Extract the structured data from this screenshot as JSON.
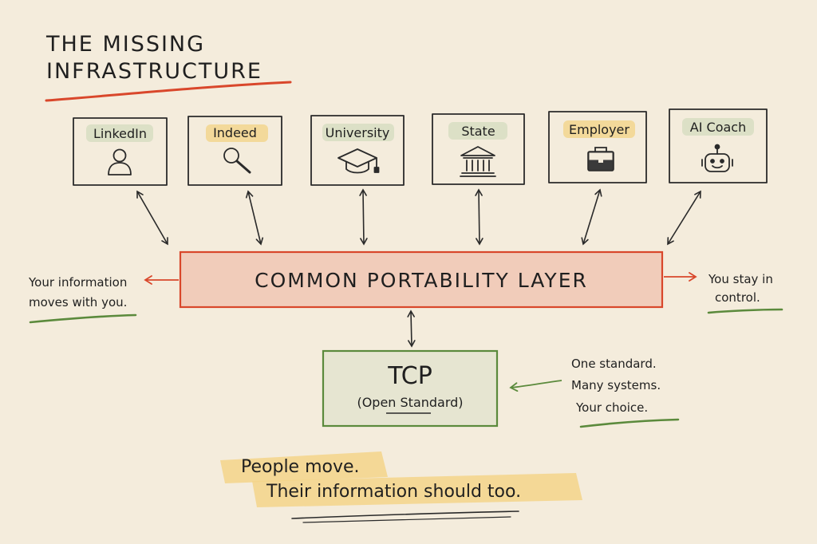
{
  "title": {
    "line1": "THE MISSING",
    "line2": "INFRASTRUCTURE"
  },
  "systems": [
    {
      "label": "LinkedIn",
      "icon": "person-icon"
    },
    {
      "label": "Indeed",
      "icon": "magnifier-icon"
    },
    {
      "label": "University",
      "icon": "graduation-cap-icon"
    },
    {
      "label": "State",
      "icon": "government-building-icon"
    },
    {
      "label": "Employer",
      "icon": "briefcase-icon"
    },
    {
      "label": "AI Coach",
      "icon": "robot-icon"
    }
  ],
  "layer": {
    "label": "COMMON PORTABILITY LAYER"
  },
  "left_note": {
    "line1": "Your information",
    "line2": "moves with you."
  },
  "right_note": {
    "line1": "You stay in",
    "line2": "control."
  },
  "tcp": {
    "title": "TCP",
    "subtitle": "(Open Standard)"
  },
  "standard_note": {
    "line1": "One standard.",
    "line2": "Many systems.",
    "line3": "Your choice."
  },
  "tagline": {
    "line1": "People move.",
    "line2": "Their information should too."
  },
  "colors": {
    "background": "#f4ecdc",
    "red_accent": "#d9472b",
    "layer_fill": "#f1c9b6",
    "green_accent": "#5b8a3c",
    "tcp_fill": "#e3e4cf",
    "yellow_highlight": "#f3d58a",
    "green_highlight": "#d4dcbf"
  }
}
